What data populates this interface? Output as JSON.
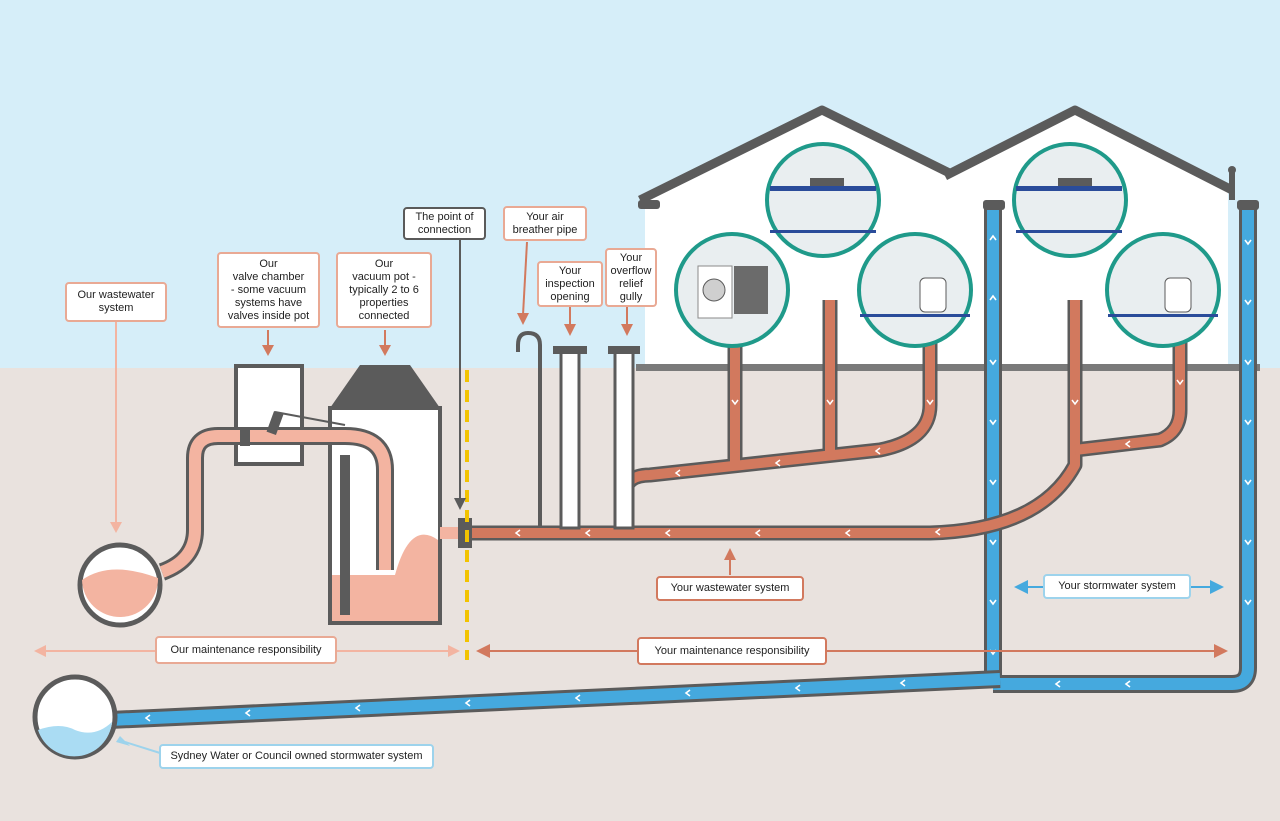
{
  "labels": {
    "our_wastewater_system": "Our wastewater\nsystem",
    "valve_chamber": "Our\nvalve chamber\n- some vacuum\nsystems have\nvalves inside pot",
    "vacuum_pot": "Our\nvacuum pot -\ntypically 2 to 6\nproperties\nconnected",
    "point_of_connection": "The point of\nconnection",
    "air_breather_pipe": "Your air\nbreather pipe",
    "inspection_opening": "Your\ninspection\nopening",
    "overflow_relief_gully": "Your\noverflow\nrelief\ngully",
    "your_wastewater_system": "Your wastewater system",
    "your_stormwater_system": "Your stormwater system",
    "our_maintenance": "Our maintenance responsibility",
    "your_maintenance": "Your maintenance responsibility",
    "council_stormwater": "Sydney Water or Council owned stormwater system"
  },
  "colors": {
    "sky": "#d6eef9",
    "ground": "#e9e2de",
    "wastewater_pipe": "#d2795e",
    "wastewater_light": "#f3b4a1",
    "stormwater_pipe": "#45a9de",
    "pipe_outline": "#5b5b5b",
    "connection_line": "#f2c300",
    "fixture_ring": "#1f9a8a"
  }
}
